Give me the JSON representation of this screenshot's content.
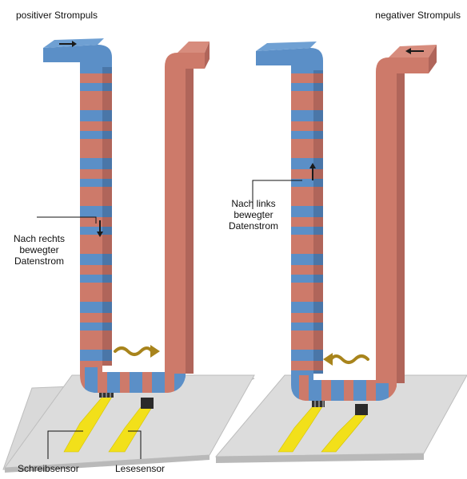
{
  "labels": {
    "left_top": "positiver Strompuls",
    "right_top": "negativer Strompuls",
    "left_middle": [
      "Nach rechts",
      "bewegter",
      "Datenstrom"
    ],
    "right_middle": [
      "Nach links",
      "bewegter",
      "Datenstrom"
    ],
    "write_sensor": "Schreibsensor",
    "read_sensor": "Lesesensor"
  },
  "colors": {
    "domain_blue": "#5b8fc7",
    "domain_red": "#cd7a6a",
    "domain_red_dark": "#b0655a",
    "domain_blue_dark": "#4a76a8",
    "substrate": "#d8d8d8",
    "substrate_edge": "#b8b8b8",
    "sensor_wire": "#f2e01a",
    "arrow_gold": "#a8841c"
  },
  "icons": {
    "current_arrow": "arrow-icon",
    "motion": "wave-arrow-icon"
  }
}
